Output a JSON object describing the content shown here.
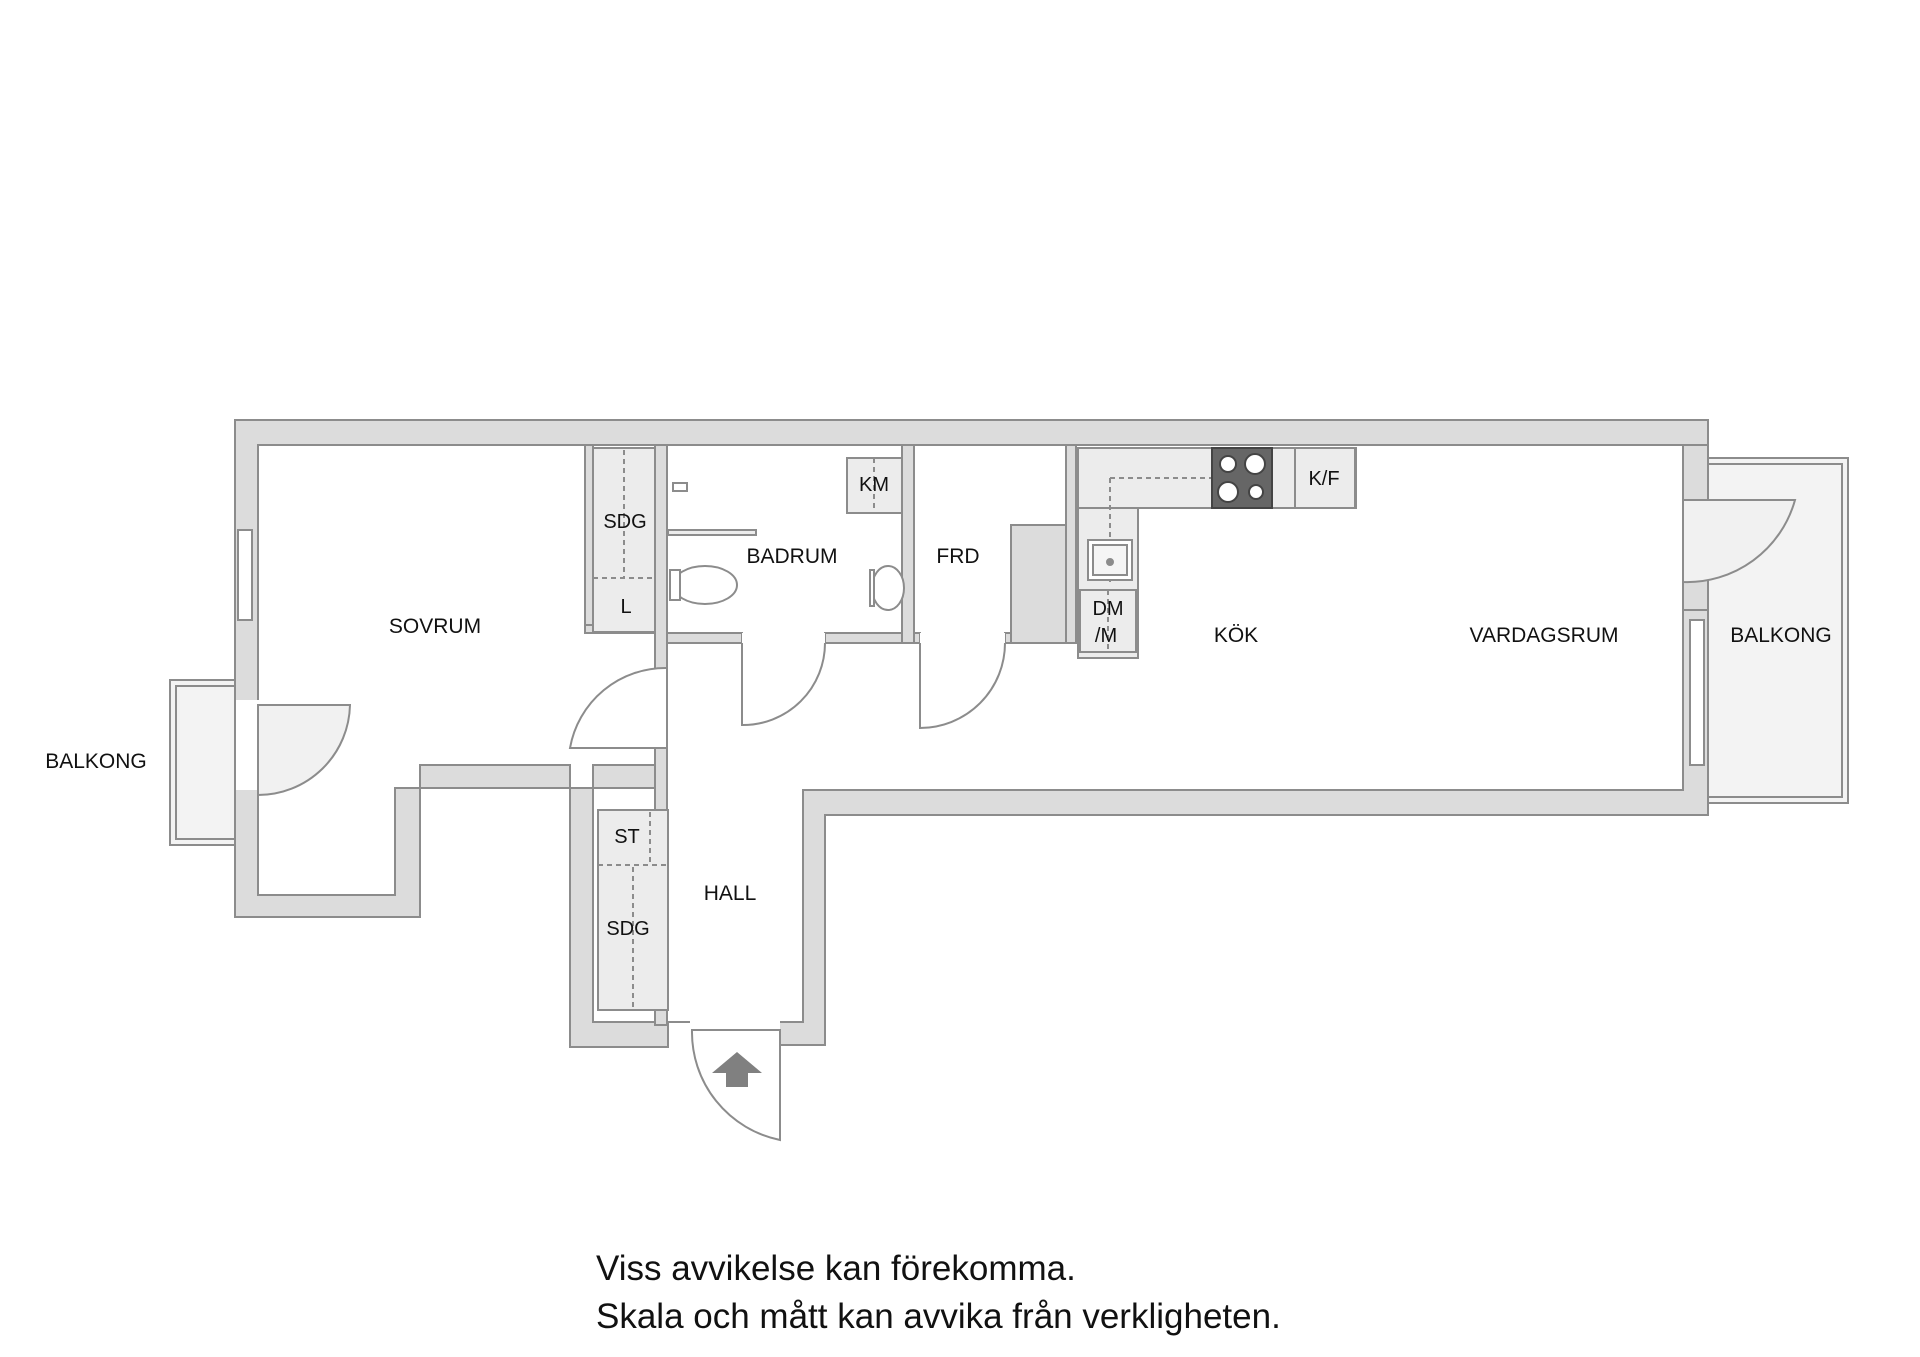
{
  "rooms": {
    "sovrum": "SOVRUM",
    "badrum": "BADRUM",
    "frd": "FRD",
    "kok": "KÖK",
    "vardagsrum": "VARDAGSRUM",
    "hall": "HALL",
    "balkong_left": "BALKONG",
    "balkong_right": "BALKONG"
  },
  "fixtures": {
    "sdg_upper": "SDG",
    "l": "L",
    "km": "KM",
    "kf": "K/F",
    "dm_line1": "DM",
    "dm_line2": "/M",
    "st": "ST",
    "sdg_lower": "SDG"
  },
  "disclaimer": {
    "line1": "Viss avvikelse kan förekomma.",
    "line2": "Skala och mått kan avvika från verkligheten."
  },
  "colors": {
    "wall": "#dcdcdc",
    "wall_edge": "#8c8c8c",
    "fixture_fill": "#ececec",
    "arrow": "#808080",
    "stove": "#666666"
  }
}
